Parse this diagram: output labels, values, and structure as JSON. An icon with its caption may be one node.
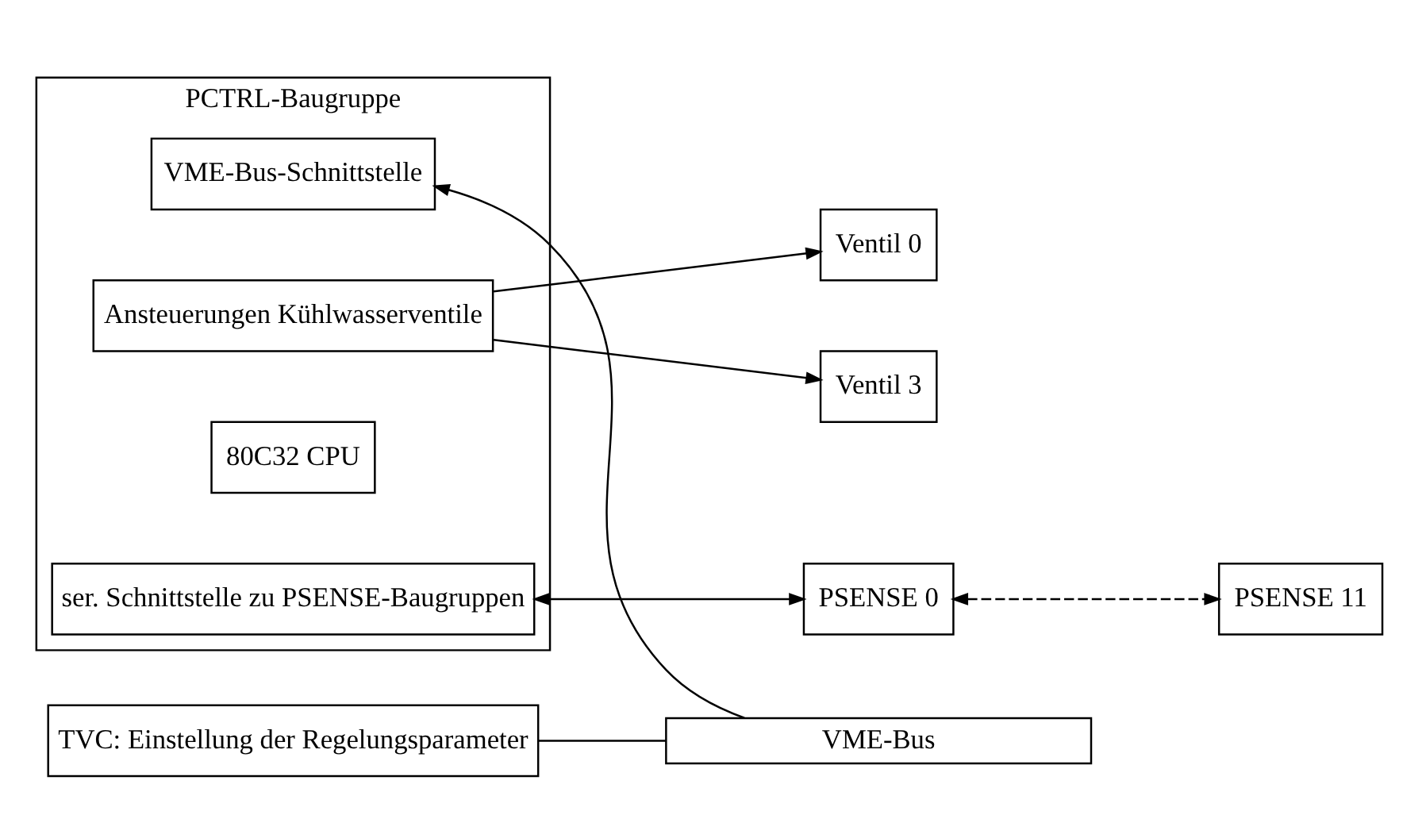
{
  "diagram": {
    "nodes": [
      {
        "text": [
          "PCTRL-Baugruppe"
        ]
      },
      {
        "text": [
          "ser. Schnittstelle zu PSENSE-Baugruppen"
        ],
        "in": 0
      },
      {
        "text": [
          "80C32 CPU"
        ],
        "in": 0
      },
      {
        "text": [
          "Ansteuerungen Kühlwasserventile"
        ],
        "in": 0
      },
      {
        "text": [
          "VME-Bus-Schnittstelle"
        ],
        "in": 0
      },
      {
        "text": [
          "PSENSE 0"
        ]
      },
      {
        "text": [
          "PSENSE 11"
        ]
      },
      {
        "text": [
          "Ventil 0"
        ]
      },
      {
        "text": [
          "Ventil 3"
        ]
      },
      {
        "text": [
          "VME-Bus"
        ]
      },
      {
        "text": [
          "TVC: Einstellung der Regelungsparameter"
        ]
      }
    ],
    "edges": [
      {
        "from": 1,
        "to": 5,
        "arrow": "both"
      },
      {
        "from": 5,
        "to": 6,
        "arrow": "both",
        "style": "dashed"
      },
      {
        "from": 3,
        "to": 7,
        "arrow": "to"
      },
      {
        "from": 3,
        "to": 8,
        "arrow": "to"
      },
      {
        "from": 9,
        "to": 4,
        "arrow": "to"
      },
      {
        "from": 10,
        "to": 9,
        "arrow": "none"
      }
    ]
  }
}
